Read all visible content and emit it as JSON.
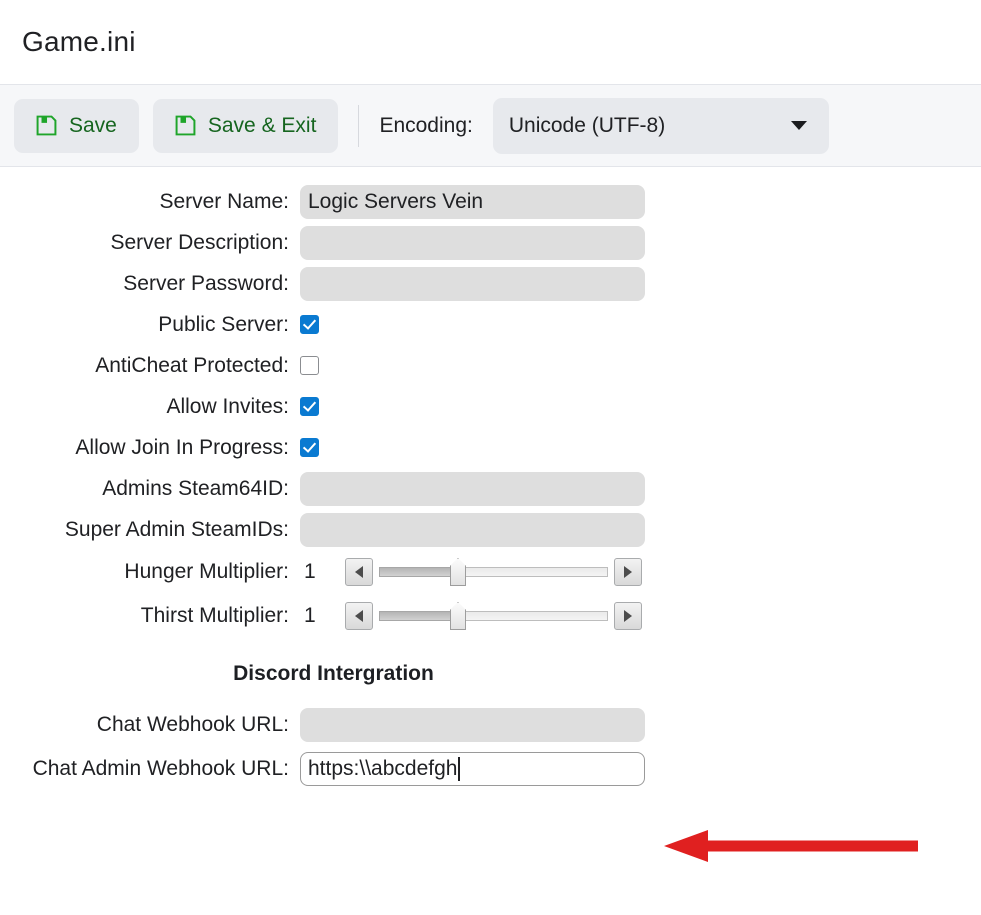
{
  "window": {
    "title": "Game.ini"
  },
  "toolbar": {
    "save_label": "Save",
    "save_exit_label": "Save & Exit",
    "encoding_label": "Encoding:",
    "encoding_value": "Unicode (UTF-8)",
    "icon_save": "floppy-disk-icon",
    "icon_caret": "chevron-down-icon",
    "accent_green": "#16651f",
    "toolbar_bg": "#f6f7f9"
  },
  "form": {
    "rows": [
      {
        "label": "Server Name:",
        "type": "text",
        "value": "Logic Servers Vein"
      },
      {
        "label": "Server Description:",
        "type": "text",
        "value": ""
      },
      {
        "label": "Server Password:",
        "type": "text",
        "value": ""
      },
      {
        "label": "Public Server:",
        "type": "checkbox",
        "checked": true
      },
      {
        "label": "AntiCheat Protected:",
        "type": "checkbox",
        "checked": false
      },
      {
        "label": "Allow Invites:",
        "type": "checkbox",
        "checked": true
      },
      {
        "label": "Allow Join In Progress:",
        "type": "checkbox",
        "checked": true
      },
      {
        "label": "Admins Steam64ID:",
        "type": "text",
        "value": ""
      },
      {
        "label": "Super Admin SteamIDs:",
        "type": "text",
        "value": ""
      },
      {
        "label": "Hunger Multiplier:",
        "type": "slider",
        "value": "1"
      },
      {
        "label": "Thirst Multiplier:",
        "type": "slider",
        "value": "1"
      }
    ],
    "section_heading": "Discord Intergration",
    "discord_rows": [
      {
        "label": "Chat Webhook URL:",
        "type": "text",
        "value": ""
      },
      {
        "label": "Chat Admin Webhook URL:",
        "type": "text",
        "value": "https:\\\\abcdefgh",
        "focused": true
      }
    ]
  },
  "annotation": {
    "arrow_color": "#e02020",
    "arrow_name": "red-pointer-arrow"
  },
  "colors": {
    "checkbox_checked": "#0a7ad1",
    "field_bg": "#dedede",
    "text": "#202124"
  }
}
